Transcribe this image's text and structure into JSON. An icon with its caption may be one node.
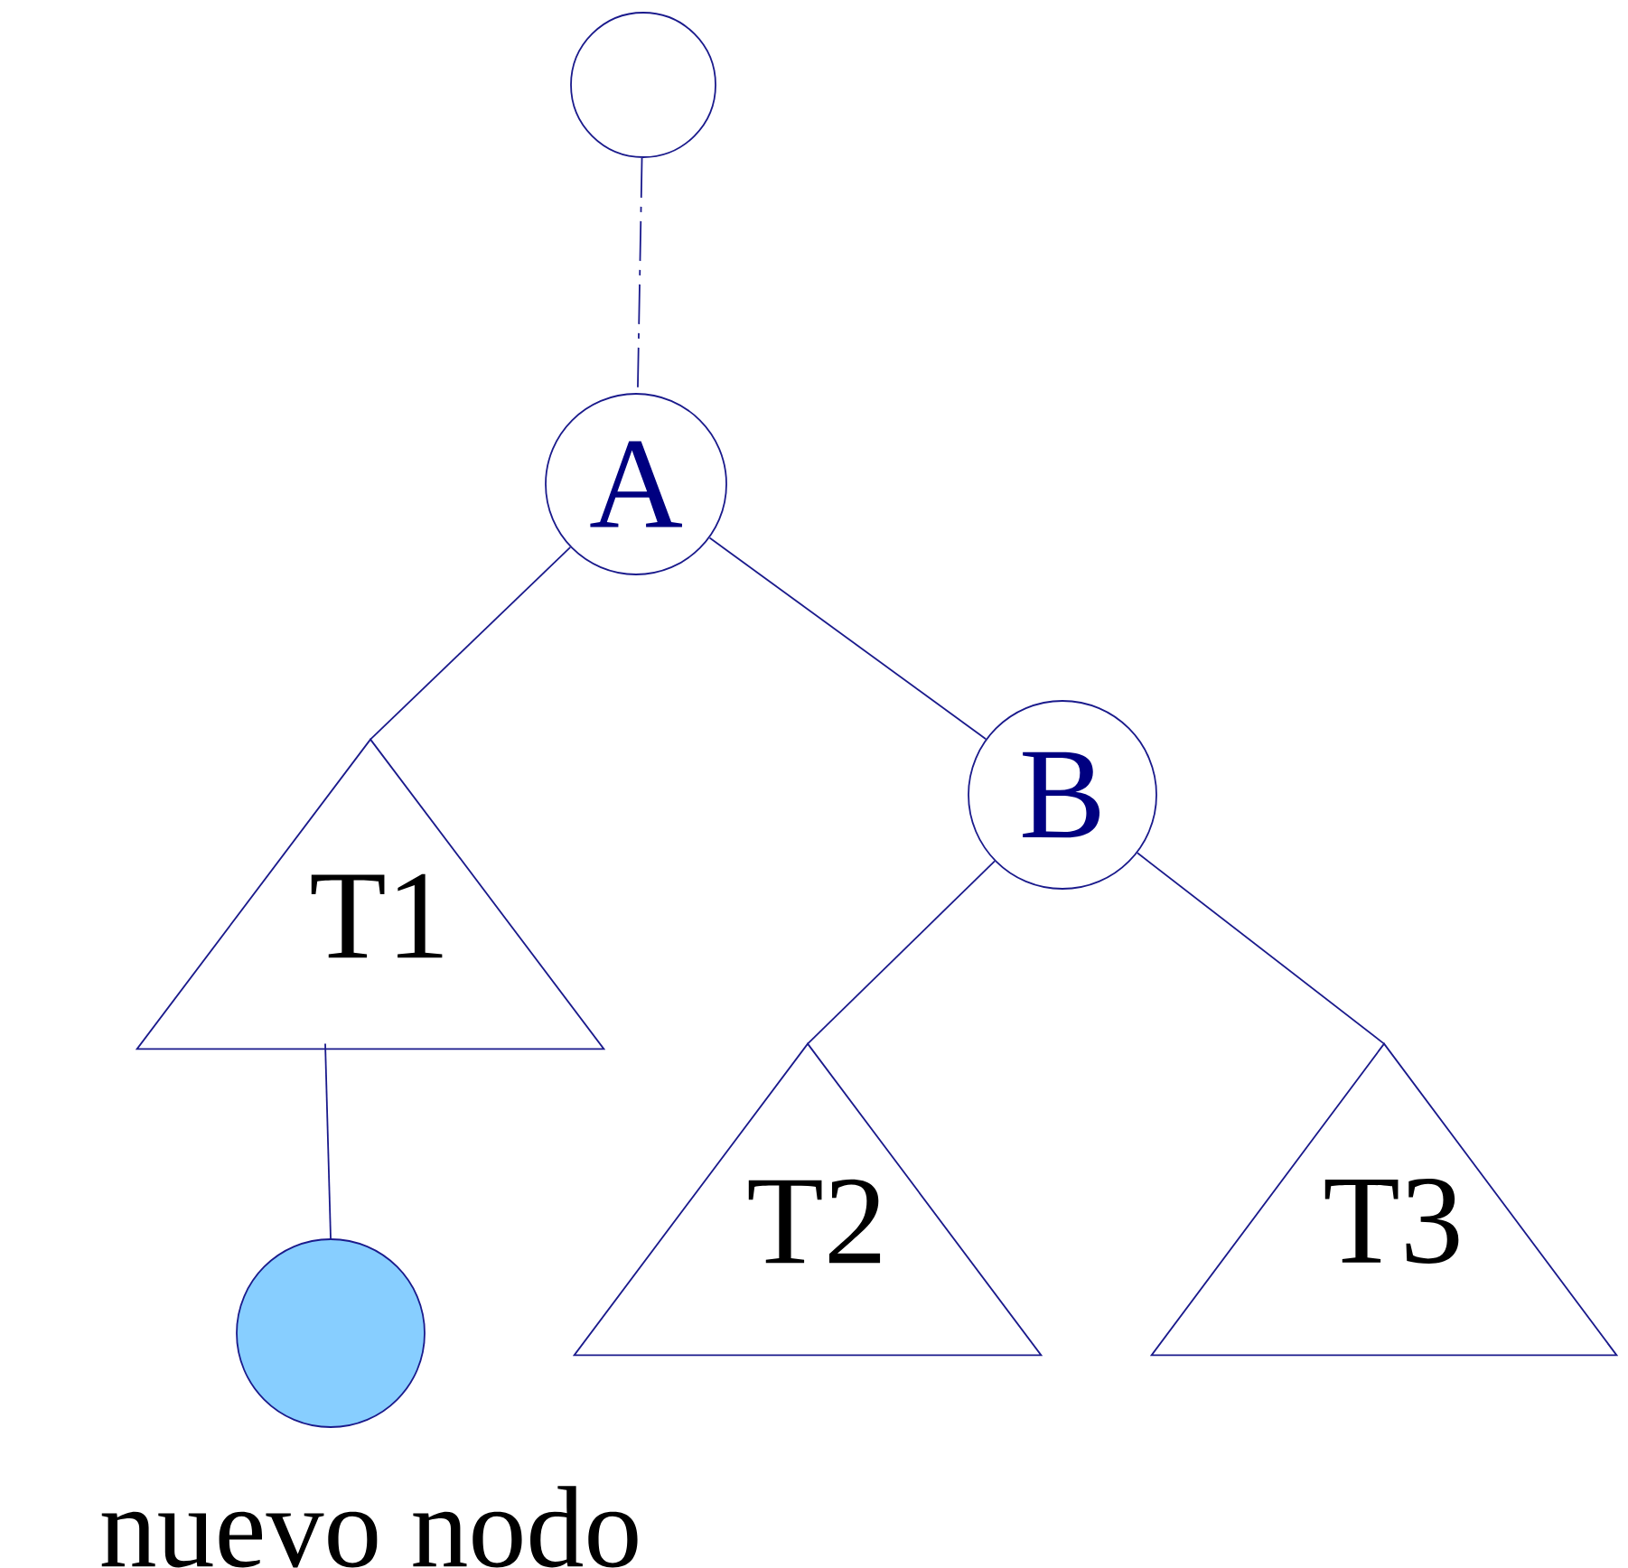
{
  "diagram": {
    "nodes": [
      {
        "text": [],
        "shape": "circle"
      },
      {
        "text": [
          "A"
        ]
      },
      {
        "text": [
          "T1"
        ]
      },
      {
        "text": [
          "B"
        ]
      },
      {
        "text": [
          "T2"
        ]
      },
      {
        "text": [
          "T3"
        ]
      },
      {
        "text": [],
        "shape": "circle",
        "beside": [
          "nuevo nodo"
        ]
      }
    ],
    "edges": [
      {
        "from": 0,
        "to": 1,
        "arrow": "none",
        "style": "dashed"
      },
      {
        "from": 1,
        "to": 2,
        "arrow": "none"
      },
      {
        "from": 1,
        "to": 3,
        "arrow": "none"
      },
      {
        "from": 3,
        "to": 4,
        "arrow": "none"
      },
      {
        "from": 3,
        "to": 5,
        "arrow": "none"
      },
      {
        "from": 2,
        "to": 6,
        "arrow": "none"
      }
    ]
  }
}
